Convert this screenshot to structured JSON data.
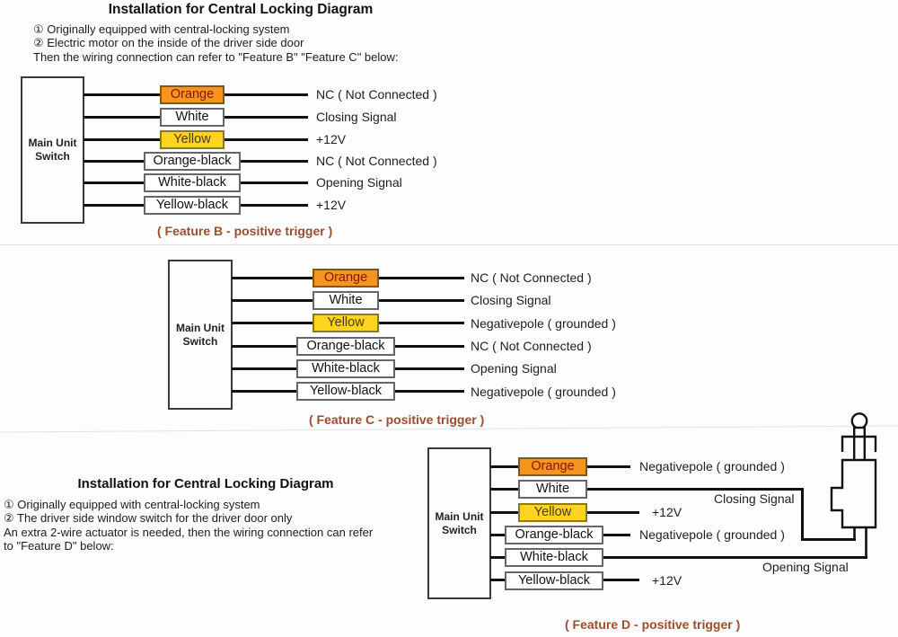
{
  "colors": {
    "wire": "#101010",
    "orange_fill": "#F7941E",
    "orange_border": "#8a5505",
    "orange_text": "#7f1a00",
    "yellow_fill": "#FFD41E",
    "yellow_border": "#8f7a10",
    "white_fill": "#ffffff",
    "white_border": "#666666",
    "caption": "#9c4e2c"
  },
  "shared": {
    "main_unit_line1": "Main Unit",
    "main_unit_line2": "Switch"
  },
  "section_top": {
    "title": "Installation for Central Locking Diagram",
    "note1": "① Originally equipped with central-locking system",
    "note2": "② Electric motor on the inside of the driver side door",
    "note3": "Then the wiring connection can refer to \"Feature B\" \"Feature C\" below:"
  },
  "diagram_b": {
    "caption": "( Feature B - positive trigger )",
    "rows": [
      {
        "wire": "Orange",
        "type": "orange",
        "label": "NC ( Not Connected )"
      },
      {
        "wire": "White",
        "type": "white",
        "label": "Closing Signal"
      },
      {
        "wire": "Yellow",
        "type": "yellow",
        "label": "+12V"
      },
      {
        "wire": "Orange-black",
        "type": "white",
        "label": "NC ( Not Connected )"
      },
      {
        "wire": "White-black",
        "type": "white",
        "label": "Opening Signal"
      },
      {
        "wire": "Yellow-black",
        "type": "white",
        "label": "+12V"
      }
    ]
  },
  "diagram_c": {
    "caption": "( Feature C - positive trigger )",
    "rows": [
      {
        "wire": "Orange",
        "type": "orange",
        "label": "NC ( Not Connected )"
      },
      {
        "wire": "White",
        "type": "white",
        "label": "Closing Signal"
      },
      {
        "wire": "Yellow",
        "type": "yellow",
        "label": "Negativepole ( grounded )"
      },
      {
        "wire": "Orange-black",
        "type": "white",
        "label": "NC ( Not Connected )"
      },
      {
        "wire": "White-black",
        "type": "white",
        "label": "Opening Signal"
      },
      {
        "wire": "Yellow-black",
        "type": "white",
        "label": "Negativepole ( grounded )"
      }
    ]
  },
  "section_bottom": {
    "title": "Installation for Central Locking Diagram",
    "note1": "① Originally equipped with central-locking system",
    "note2": "② The driver side window switch for the driver door only",
    "note3": "An extra 2-wire actuator is needed, then the wiring connection can refer",
    "note4": "to \"Feature D\" below:"
  },
  "diagram_d": {
    "caption": "( Feature D - positive trigger )",
    "rows": [
      {
        "wire": "Orange",
        "type": "orange",
        "label": "Negativepole ( grounded )"
      },
      {
        "wire": "White",
        "type": "white",
        "label": "Closing Signal"
      },
      {
        "wire": "Yellow",
        "type": "yellow",
        "label": "+12V"
      },
      {
        "wire": "Orange-black",
        "type": "white",
        "label": "Negativepole ( grounded )"
      },
      {
        "wire": "White-black",
        "type": "white",
        "label": "Opening Signal"
      },
      {
        "wire": "Yellow-black",
        "type": "white",
        "label": "+12V"
      }
    ],
    "actuator": "door-lock-actuator"
  }
}
